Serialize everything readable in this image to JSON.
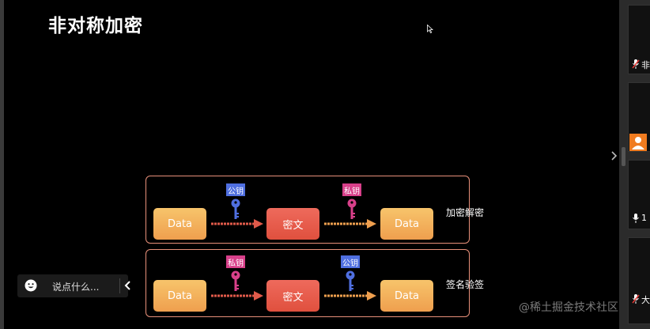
{
  "slide": {
    "title": "非对称加密",
    "diagram": {
      "row1": {
        "label": "加密解密",
        "input": "Data",
        "middle": "密文",
        "output": "Data",
        "key1": "公钥",
        "key2": "私钥"
      },
      "row2": {
        "label": "签名验签",
        "input": "Data",
        "middle": "密文",
        "output": "Data",
        "key1": "私钥",
        "key2": "公钥"
      }
    }
  },
  "chat": {
    "placeholder": "说点什么..."
  },
  "participants": [
    {
      "name": "非",
      "icon": "mic-muted-icon"
    },
    {
      "name": "",
      "icon": "avatar-icon"
    },
    {
      "name": "1",
      "icon": "mic-icon"
    },
    {
      "name": "大",
      "icon": "mic-muted-icon"
    }
  ],
  "watermark": "@稀土掘金技术社区",
  "colors": {
    "public_key": "#4f6fe0",
    "private_key": "#d8408a",
    "data_box": "#f2b25c",
    "cipher_box": "#e65c4c",
    "panel_border": "#e8907a"
  }
}
